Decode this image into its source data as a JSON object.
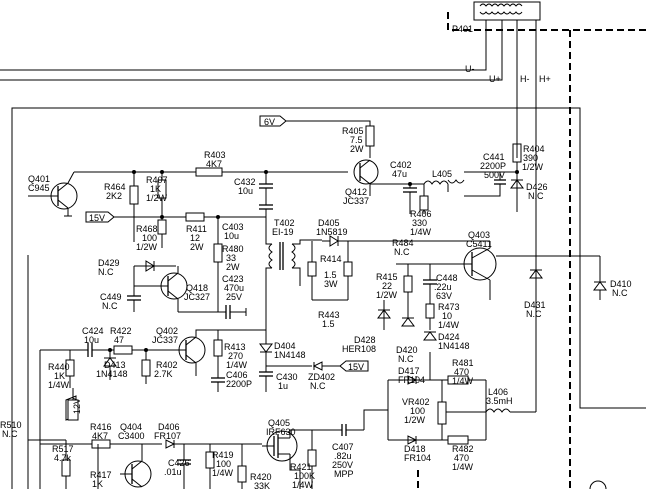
{
  "connector": {
    "ref": "P401",
    "pins": [
      "U+",
      "U-",
      "H-",
      "H+"
    ]
  },
  "tags": {
    "six_v": "6V",
    "fifteen_v_left": "15V",
    "fifteen_v_right": "15V",
    "twelve_v": "12V"
  },
  "components": {
    "r405": {
      "ref": "R405",
      "v1": "7.5",
      "v2": "2W"
    },
    "r404": {
      "ref": "R404",
      "v1": "390",
      "v2": "1/2W"
    },
    "c441": {
      "ref": "C441",
      "v1": "2200P",
      "v2": "500V"
    },
    "d426": {
      "ref": "D426",
      "v1": "N.C"
    },
    "r403": {
      "ref": "R403",
      "v1": "4K7"
    },
    "c402": {
      "ref": "C402",
      "v1": "47u"
    },
    "l405": {
      "ref": "L405"
    },
    "c432": {
      "ref": "C432",
      "v1": "10u"
    },
    "q412": {
      "ref": "Q412",
      "v1": "JC337"
    },
    "r406": {
      "ref": "R406",
      "v1": "330",
      "v2": "1/4W"
    },
    "q401": {
      "ref": "Q401",
      "v1": "C945"
    },
    "r464": {
      "ref": "R464",
      "v1": "2K2"
    },
    "r407": {
      "ref": "R407",
      "v1": "1K",
      "v2": "1/2W"
    },
    "r411": {
      "ref": "R411",
      "v1": "12",
      "v2": "2W"
    },
    "c403": {
      "ref": "C403",
      "v1": "10u"
    },
    "t402": {
      "ref": "T402",
      "v1": "EI-19"
    },
    "d405": {
      "ref": "D405",
      "v1": "1N5819"
    },
    "q403": {
      "ref": "Q403",
      "v1": "C5411"
    },
    "r468": {
      "ref": "R468",
      "v1": "100",
      "v2": "1/2W"
    },
    "r480": {
      "ref": "R480",
      "v1": "33",
      "v2": "2W"
    },
    "r484": {
      "ref": "R484",
      "v1": "N.C"
    },
    "d429": {
      "ref": "D429",
      "v1": "N.C"
    },
    "r414": {
      "ref": "R414",
      "v1": "1.5",
      "v2": "3W"
    },
    "r415": {
      "ref": "R415",
      "v1": "22",
      "v2": "1/2W"
    },
    "c448": {
      "ref": "C448",
      "v1": ".22u",
      "v2": "63V"
    },
    "c423": {
      "ref": "C423",
      "v1": "470u",
      "v2": "25V"
    },
    "q418": {
      "ref": "Q418",
      "v1": "JC327"
    },
    "d410": {
      "ref": "D410",
      "v1": "N.C"
    },
    "c449": {
      "ref": "C449",
      "v1": "N.C"
    },
    "r443": {
      "ref": "R443",
      "v1": "1.5"
    },
    "r473": {
      "ref": "R473",
      "v1": "10",
      "v2": "1/4W"
    },
    "d431": {
      "ref": "D431",
      "v1": "N.C"
    },
    "c424": {
      "ref": "C424",
      "v1": "10u"
    },
    "r422": {
      "ref": "R422",
      "v1": "47"
    },
    "q402": {
      "ref": "Q402",
      "v1": "JC337"
    },
    "d428": {
      "ref": "D428",
      "v1": "HER108"
    },
    "d424": {
      "ref": "D424",
      "v1": "1N4148"
    },
    "d420": {
      "ref": "D420",
      "v1": "N.C"
    },
    "r413": {
      "ref": "R413",
      "v1": "270",
      "v2": "1/4W"
    },
    "d404": {
      "ref": "D404",
      "v1": "1N4148"
    },
    "r440": {
      "ref": "R440",
      "v1": "1K",
      "v2": "1/4W"
    },
    "d413": {
      "ref": "D413",
      "v1": "1N4148"
    },
    "r402": {
      "ref": "R402",
      "v1": "2.7K"
    },
    "c406": {
      "ref": "C406",
      "v1": "2200P"
    },
    "c430": {
      "ref": "C430",
      "v1": "1u"
    },
    "zd402": {
      "ref": "ZD402",
      "v1": "N.C"
    },
    "r481": {
      "ref": "R481",
      "v1": "470",
      "v2": "1/4W"
    },
    "d417": {
      "ref": "D417",
      "v1": "FR104"
    },
    "vr402": {
      "ref": "VR402",
      "v1": "100",
      "v2": "1/2W"
    },
    "l406": {
      "ref": "L406",
      "v1": "3.5mH"
    },
    "r416": {
      "ref": "R416",
      "v1": "4K7"
    },
    "q404": {
      "ref": "Q404",
      "v1": "C3400"
    },
    "d406": {
      "ref": "D406",
      "v1": "FR107"
    },
    "q405": {
      "ref": "Q405",
      "v1": "IRF630"
    },
    "c407": {
      "ref": "C407",
      "v1": ".82u",
      "v2": "250V",
      "v3": "MPP"
    },
    "d418": {
      "ref": "D418",
      "v1": "FR104"
    },
    "r482": {
      "ref": "R482",
      "v1": "470",
      "v2": "1/4W"
    },
    "r510": {
      "ref": "R510",
      "v1": "N.C"
    },
    "r517": {
      "ref": "R517",
      "v1": "4.7k"
    },
    "r417": {
      "ref": "R417",
      "v1": "1K"
    },
    "c426": {
      "ref": "C426",
      "v1": ".01u"
    },
    "r419": {
      "ref": "R419",
      "v1": "100",
      "v2": "1/4W"
    },
    "r420": {
      "ref": "R420",
      "v1": "33K"
    },
    "r421": {
      "ref": "R421",
      "v1": "100K",
      "v2": "1/4W"
    }
  }
}
